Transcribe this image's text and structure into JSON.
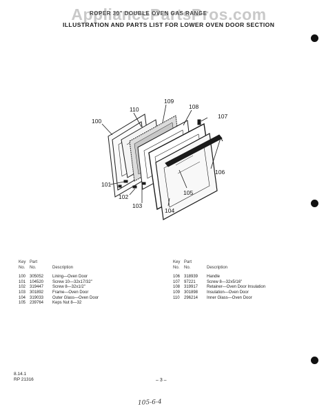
{
  "watermark": "AppliancePartsPros.com",
  "heading": {
    "line1": "ROPER 30\" DOUBLE OVEN GAS RANGE",
    "line2": "ILLUSTRATION AND PARTS LIST FOR LOWER OVEN DOOR SECTION"
  },
  "diagram": {
    "callouts": [
      "100",
      "110",
      "109",
      "108",
      "107",
      "106",
      "105",
      "104",
      "103",
      "102",
      "101"
    ]
  },
  "parts_table": {
    "headers": {
      "key_top": "Key",
      "key_bottom": "No.",
      "part_top": "Part",
      "part_bottom": "No.",
      "description": "Description"
    },
    "left": [
      {
        "key": "100",
        "part": "305052",
        "desc": "Lining—Oven Door"
      },
      {
        "key": "101",
        "part": "104520",
        "desc": "Screw 10—32x17/32\""
      },
      {
        "key": "102",
        "part": "319447",
        "desc": "Screw 8—32x1/2\""
      },
      {
        "key": "103",
        "part": "301892",
        "desc": "Frame—Oven Door"
      },
      {
        "key": "104",
        "part": "319033",
        "desc": "Outer Glass—Oven Door"
      },
      {
        "key": "105",
        "part": "239764",
        "desc": "Keps Nut 8—32"
      }
    ],
    "right": [
      {
        "key": "106",
        "part": "318939",
        "desc": "Handle"
      },
      {
        "key": "107",
        "part": "97221",
        "desc": "Screw 8—32x5/16\""
      },
      {
        "key": "108",
        "part": "319917",
        "desc": "Retainer—Oven Door Insulation"
      },
      {
        "key": "109",
        "part": "301898",
        "desc": "Insulation—Oven Door"
      },
      {
        "key": "110",
        "part": "296214",
        "desc": "Inner Glass—Oven Door"
      }
    ]
  },
  "footer": {
    "date": "8.14.1",
    "code": "RP 21316",
    "page": "– 3 –",
    "handwritten": "105-6-4"
  }
}
